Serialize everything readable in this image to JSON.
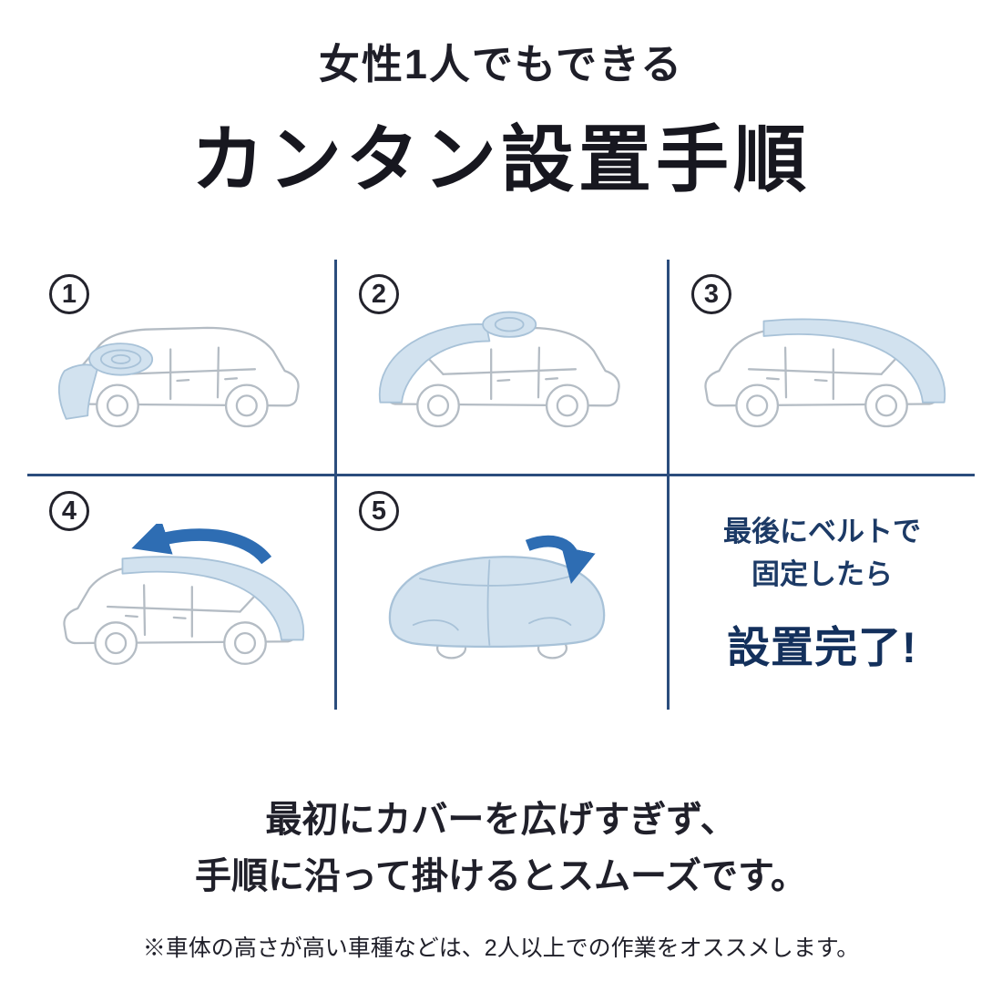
{
  "header": {
    "subtitle": "女性1人でもできる",
    "title": "カンタン設置手順"
  },
  "steps": [
    {
      "number": "1",
      "illustration": "suv-with-rolled-cover-on-hood"
    },
    {
      "number": "2",
      "illustration": "suv-cover-spread-over-windshield-to-roof"
    },
    {
      "number": "3",
      "illustration": "suv-cover-spread-along-roof-to-rear"
    },
    {
      "number": "4",
      "illustration": "suv-cover-pulled-over-top-with-arrow"
    },
    {
      "number": "5",
      "illustration": "suv-fully-covered-with-arrow"
    }
  ],
  "completion": {
    "line1": "最後にベルトで",
    "line2": "固定したら",
    "emphasis": "設置完了!"
  },
  "footer": {
    "line1": "最初にカバーを広げすぎず、",
    "line2": "手順に沿って掛けるとスムーズです。",
    "note": "※車体の高さが高い車種などは、2人以上での作業をオススメします。"
  },
  "colors": {
    "divider": "#2b4d7d",
    "cover_fill": "#d2e2ef",
    "cover_edge": "#a8c2d8",
    "car_line": "#b4bcc4",
    "arrow": "#2e6db3",
    "navy_text": "#1c3a66",
    "emphasis_text": "#13305c",
    "body_text": "#20202a"
  }
}
